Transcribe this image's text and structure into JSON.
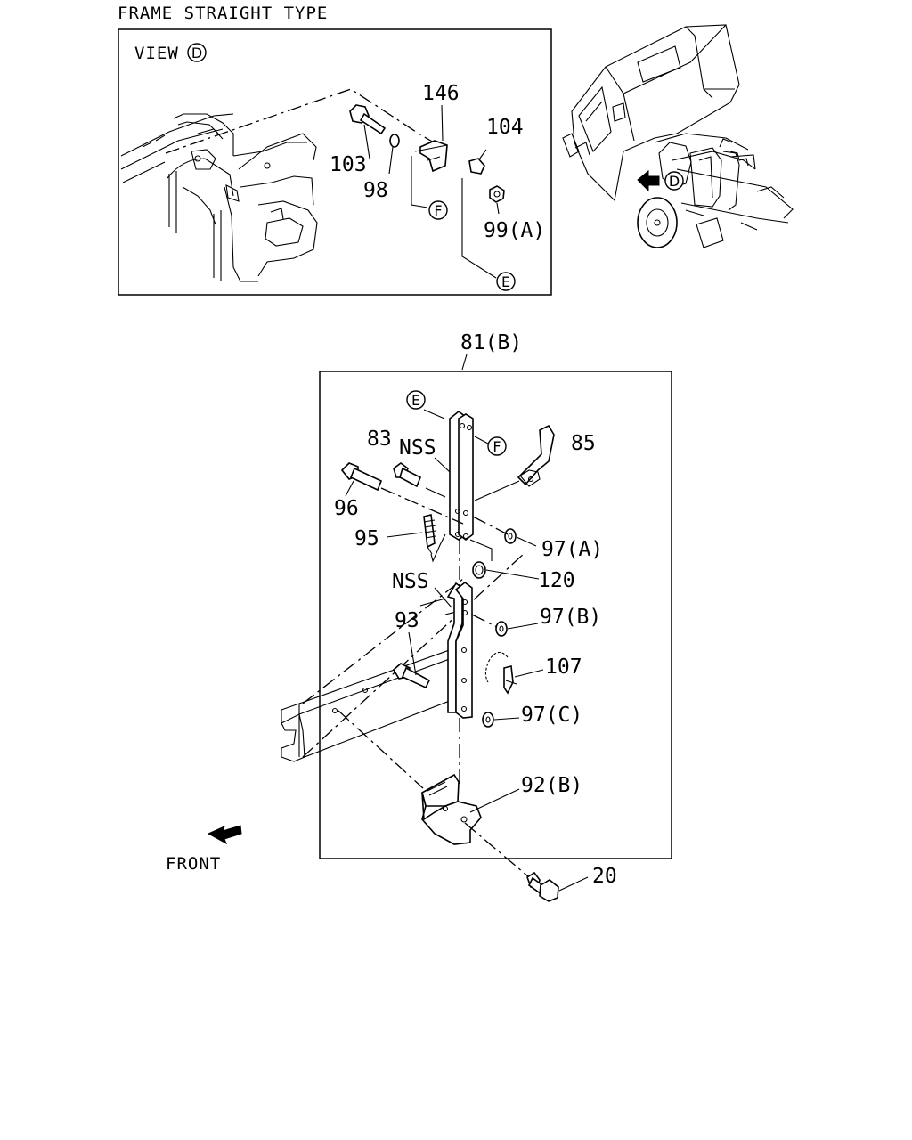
{
  "header": {
    "title": "FRAME STRAIGHT TYPE"
  },
  "view_panel": {
    "view_label": "VIEW",
    "view_ref": "D",
    "labels": {
      "p146": "146",
      "p104": "104",
      "p103": "103",
      "p98": "98",
      "p99a": "99(A)"
    },
    "refs": {
      "f": "F",
      "e": "E"
    }
  },
  "truck_panel": {
    "view_ref": "D"
  },
  "main_panel": {
    "assembly_label": "81(B)",
    "labels": {
      "p83": "83",
      "nss_top": "NSS",
      "p85": "85",
      "p96": "96",
      "p95": "95",
      "p97a": "97(A)",
      "p120": "120",
      "nss_mid": "NSS",
      "p97b": "97(B)",
      "p93": "93",
      "p107": "107",
      "p97c": "97(C)",
      "p92b": "92(B)"
    },
    "refs": {
      "e": "E",
      "f": "F"
    }
  },
  "outside": {
    "p20": "20",
    "front_label": "FRONT"
  }
}
